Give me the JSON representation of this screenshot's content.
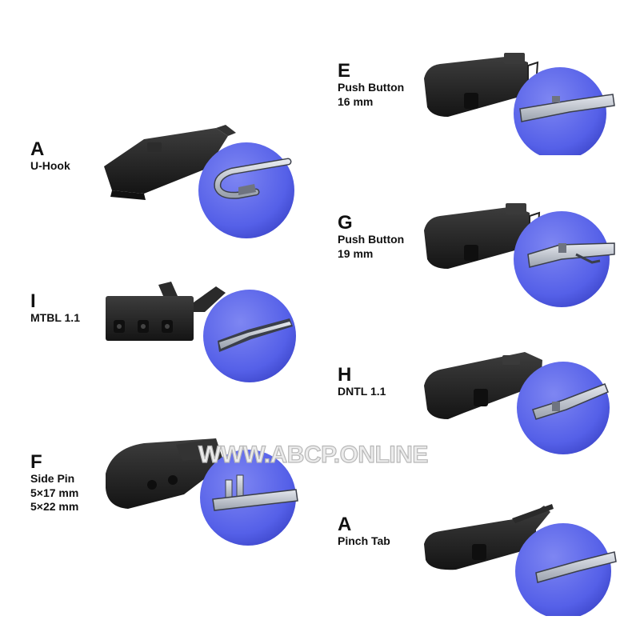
{
  "colors": {
    "circle": "#5560e8",
    "circle_edge": "#3a43c7",
    "clip_body": "#1f1f1f",
    "clip_top": "#3a3a3a",
    "arm_metal": "#c9ced6",
    "watermark": "#d9d9d9"
  },
  "adapters": [
    {
      "letter": "A",
      "lines": [
        "U-Hook"
      ]
    },
    {
      "letter": "I",
      "lines": [
        "MTBL 1.1"
      ]
    },
    {
      "letter": "F",
      "lines": [
        "Side Pin",
        "5×17 mm",
        "5×22 mm"
      ]
    },
    {
      "letter": "E",
      "lines": [
        "Push Button",
        "16 mm"
      ]
    },
    {
      "letter": "G",
      "lines": [
        "Push Button",
        "19 mm"
      ]
    },
    {
      "letter": "H",
      "lines": [
        "DNTL 1.1"
      ]
    },
    {
      "letter": "A",
      "lines": [
        "Pinch Tab"
      ]
    }
  ],
  "watermark": "WWW.ABCP.ONLINE"
}
